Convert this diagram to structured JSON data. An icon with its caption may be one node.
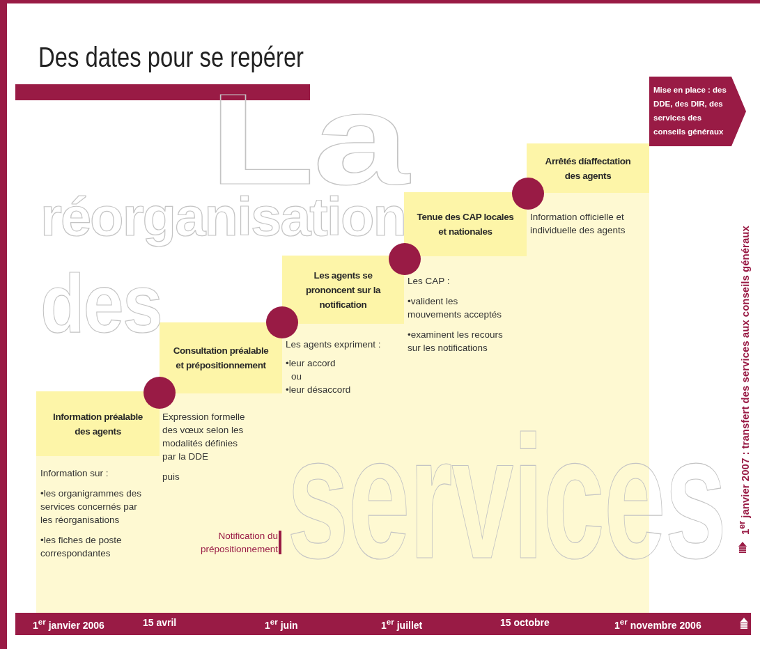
{
  "diagram": {
    "title": "Des dates pour se repérer",
    "nodes": [
      {
        "text": [
          "Information préalable des agents",
          "Information sur :",
          "•les organigrammes des services concernés par les réorganisations",
          "•les fiches de poste correspondantes"
        ]
      },
      {
        "text": [
          "Consultation préalable et prépositionnement",
          "Expression formelle des vœux selon les modalités définies par la DDE",
          "puis",
          "Notification du prépositionnement"
        ]
      },
      {
        "text": [
          "Les agents se prononcent sur la notification",
          "Les agents expriment :",
          "•leur accord",
          "ou",
          "•leur désaccord"
        ]
      },
      {
        "text": [
          "Tenue des CAP locales et nationales",
          "Les CAP :",
          "•valident les mouvements acceptés",
          "•examinent les recours sur les notifications"
        ]
      },
      {
        "text": [
          "Arrêtés díaffectation des agents",
          "Information officielle et individuelle des agents"
        ]
      },
      {
        "text": [
          "Mise en place : des DDE, des DIR, des services des conseils généraux"
        ]
      }
    ],
    "labels": [
      "La",
      "réorganisation",
      "des",
      "services",
      "1$^{er}$ janvier 2006",
      "15 avril",
      "1$^{er}$ juin",
      "1$^{er}$ juillet",
      "15 octobre",
      "1$^{er}$ novembre 2006",
      "1$^{er}$ janvier 2007 : transfert des services aux conseils généraux"
    ]
  }
}
